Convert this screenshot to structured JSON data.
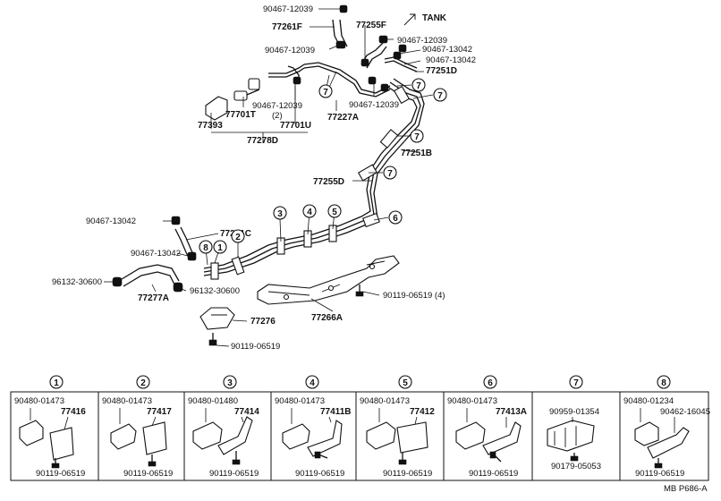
{
  "direction": {
    "label": "TANK"
  },
  "main_labels": [
    {
      "id": "l01",
      "text": "90467-12039"
    },
    {
      "id": "l02",
      "text": "77261F"
    },
    {
      "id": "l03",
      "text": "77255F"
    },
    {
      "id": "l04",
      "text": "90467-12039"
    },
    {
      "id": "l05",
      "text": "90467-12039"
    },
    {
      "id": "l06",
      "text": "90467-13042"
    },
    {
      "id": "l07",
      "text": "90467-13042"
    },
    {
      "id": "l08",
      "text": "77251D"
    },
    {
      "id": "l09",
      "text": "90467-12039"
    },
    {
      "id": "l10",
      "text": "(2)"
    },
    {
      "id": "l11",
      "text": "77701T"
    },
    {
      "id": "l12",
      "text": "77393"
    },
    {
      "id": "l13",
      "text": "77701U"
    },
    {
      "id": "l14",
      "text": "77278D"
    },
    {
      "id": "l15",
      "text": "77227A"
    },
    {
      "id": "l16",
      "text": "90467-12039"
    },
    {
      "id": "l17",
      "text": "77251B"
    },
    {
      "id": "l18",
      "text": "77255D"
    },
    {
      "id": "l19",
      "text": "90467-13042"
    },
    {
      "id": "l20",
      "text": "77251C"
    },
    {
      "id": "l21",
      "text": "90467-13042"
    },
    {
      "id": "l22",
      "text": "96132-30600"
    },
    {
      "id": "l23",
      "text": "96132-30600"
    },
    {
      "id": "l24",
      "text": "77277A"
    },
    {
      "id": "l25",
      "text": "77266A"
    },
    {
      "id": "l26",
      "text": "90119-06519 (4)"
    },
    {
      "id": "l27",
      "text": "77276"
    },
    {
      "id": "l28",
      "text": "90119-06519"
    }
  ],
  "main_callouts": [
    "7",
    "7",
    "7",
    "7",
    "7",
    "7",
    "3",
    "4",
    "5",
    "6",
    "8",
    "1",
    "2"
  ],
  "clamp_kits": [
    {
      "number": "1",
      "part_a": "90480-01473",
      "part_b": "77416",
      "bolt": "90119-06519"
    },
    {
      "number": "2",
      "part_a": "90480-01473",
      "part_b": "77417",
      "bolt": "90119-06519"
    },
    {
      "number": "3",
      "part_a": "90480-01480",
      "part_b": "77414",
      "bolt": "90119-06519"
    },
    {
      "number": "4",
      "part_a": "90480-01473",
      "part_b": "77411B",
      "bolt": "90119-06519"
    },
    {
      "number": "5",
      "part_a": "90480-01473",
      "part_b": "77412",
      "bolt": "90119-06519"
    },
    {
      "number": "6",
      "part_a": "90480-01473",
      "part_b": "77413A",
      "bolt": "90119-06519"
    },
    {
      "number": "7",
      "part_a": "90959-01354",
      "part_b": "",
      "bolt": "90179-05053"
    },
    {
      "number": "8",
      "part_a": "90480-01234",
      "part_b": "90462-16045",
      "bolt": "90119-06519"
    }
  ],
  "drawing_code": "MB P686-A"
}
